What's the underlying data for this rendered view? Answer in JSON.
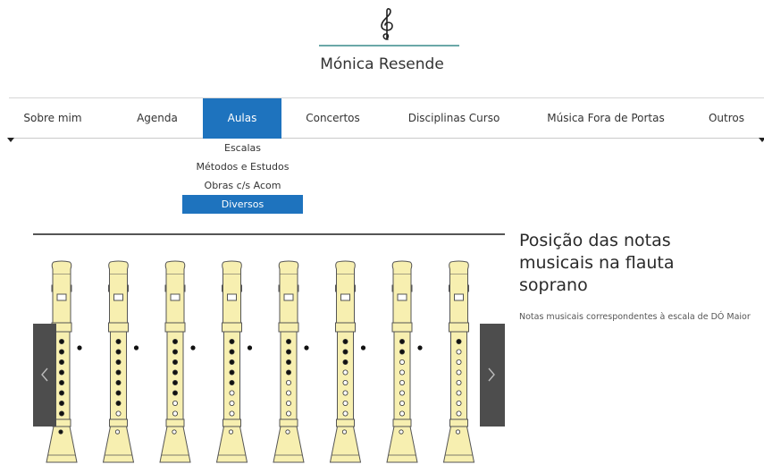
{
  "site": {
    "name": "Mónica Resende"
  },
  "nav": {
    "items": [
      {
        "label": "Sobre mim"
      },
      {
        "label": "Agenda"
      },
      {
        "label": "Aulas"
      },
      {
        "label": "Concertos"
      },
      {
        "label": "Disciplinas Curso"
      },
      {
        "label": "Música Fora de Portas"
      },
      {
        "label": "Outros"
      }
    ],
    "active": "Aulas"
  },
  "dropdown": {
    "items": [
      {
        "label": "Escalas"
      },
      {
        "label": "Métodos e Estudos"
      },
      {
        "label": "Obras c/s Acom"
      },
      {
        "label": "Diversos"
      }
    ],
    "active": "Diversos"
  },
  "gallery": {
    "recorders": [
      {
        "holes": [
          1,
          1,
          1,
          1,
          1,
          1,
          1,
          1
        ],
        "extra_dot": true
      },
      {
        "holes": [
          1,
          1,
          1,
          1,
          1,
          1,
          1,
          0
        ],
        "extra_dot": true
      },
      {
        "holes": [
          1,
          1,
          1,
          1,
          1,
          1,
          0,
          0
        ],
        "extra_dot": true
      },
      {
        "holes": [
          1,
          1,
          1,
          1,
          1,
          0,
          0,
          0
        ],
        "extra_dot": true
      },
      {
        "holes": [
          1,
          1,
          1,
          1,
          0,
          0,
          0,
          0
        ],
        "extra_dot": true
      },
      {
        "holes": [
          1,
          1,
          1,
          0,
          0,
          0,
          0,
          0
        ],
        "extra_dot": true
      },
      {
        "holes": [
          1,
          1,
          0,
          0,
          0,
          0,
          0,
          0
        ],
        "extra_dot": true
      },
      {
        "holes": [
          1,
          0,
          0,
          0,
          0,
          0,
          0,
          0
        ],
        "extra_dot": false
      }
    ]
  },
  "info": {
    "title": "Posição das notas musicais na flauta soprano",
    "description": "Notas musicais correspondentes à escala de DÓ Maior"
  },
  "colors": {
    "accent": "#1e73be",
    "rule": "#6aa8a8",
    "recorder_body": "#f7efb0",
    "slider_button": "#4d4d4d"
  },
  "icons": {
    "logo": "treble-clef-icon",
    "prev": "chevron-left-icon",
    "next": "chevron-right-icon"
  }
}
